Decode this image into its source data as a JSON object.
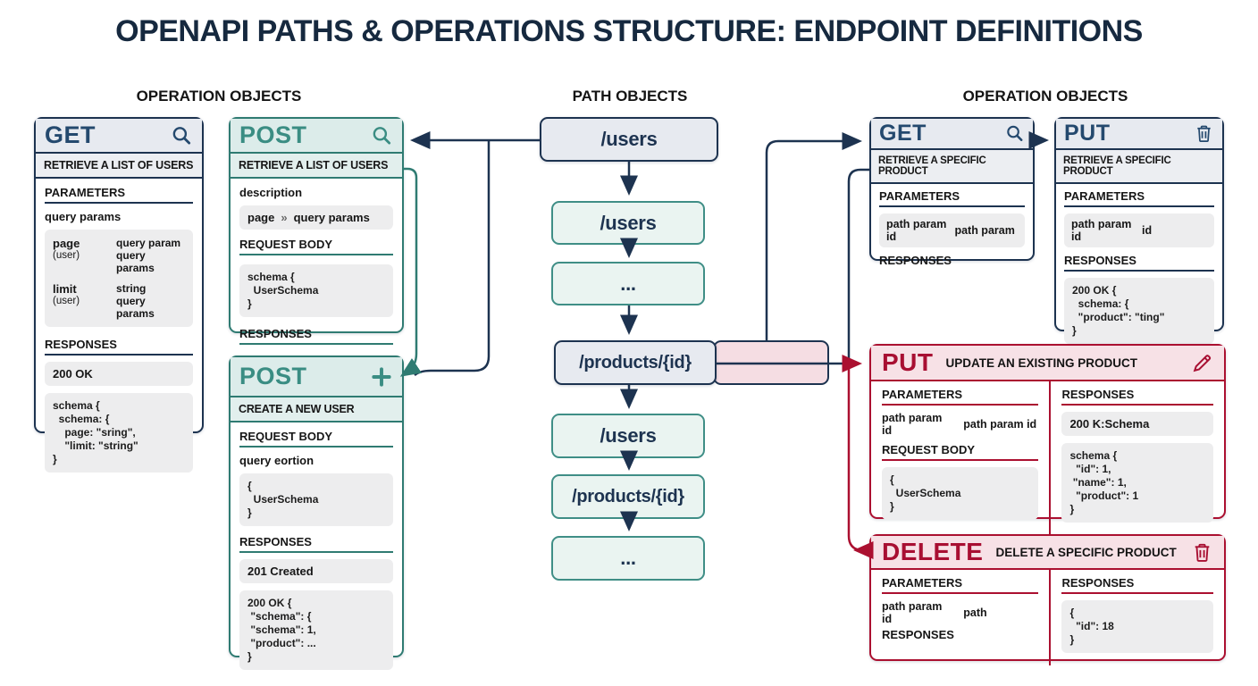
{
  "title": "OPENAPI PATHS & OPERATIONS STRUCTURE: ENDPOINT DEFINITIONS",
  "columns": {
    "left": "OPERATION OBJECTS",
    "center": "PATH OBJECTS",
    "right": "OPERATION OBJECTS"
  },
  "paths": {
    "users_root": "/users",
    "users_2": "/users",
    "ellipsis_1": "...",
    "products_id_1": "/products/{id}",
    "users_3": "/users",
    "products_id_2": "/products/{id}",
    "ellipsis_2": "..."
  },
  "cards": {
    "get_users": {
      "method": "GET",
      "subtitle": "RETRIEVE A LIST OF USERS",
      "parameters_label": "PARAMETERS",
      "parameters_caption": "query params",
      "params": [
        {
          "name": "page",
          "owner": "(user)",
          "type": "query param",
          "type2": "query params"
        },
        {
          "name": "limit",
          "owner": "(user)",
          "type": "string",
          "type2": "query params"
        }
      ],
      "responses_label": "RESPONSES",
      "status": "200 OK",
      "code": [
        "schema {",
        "  schema: {",
        "    page: \"sring\",",
        "    \"limit: \"string\"",
        "}"
      ]
    },
    "post_list": {
      "method": "POST",
      "subtitle": "RETRIEVE A LIST OF USERS",
      "description_label": "description",
      "chip": {
        "name": "page",
        "arrow": "»",
        "value": "query params"
      },
      "request_body_label": "REQUEST BODY",
      "code": [
        "schema {",
        "  UserSchema",
        "}"
      ],
      "responses_label": "RESPONSES"
    },
    "post_create": {
      "method": "POST",
      "subtitle": "CREATE A NEW USER",
      "request_body_label": "REQUEST BODY",
      "request_caption": "query eortion",
      "code": [
        "{",
        "  UserSchema",
        "}"
      ],
      "responses_label": "RESPONSES",
      "status": "201 Created",
      "response_code": [
        "200 OK {",
        " \"schema\": {",
        " \"schema\": 1,",
        " \"product\": ...",
        "}"
      ]
    },
    "get_product": {
      "method": "GET",
      "subtitle": "RETRIEVE A SPECIFIC PRODUCT",
      "parameters_label": "PARAMETERS",
      "param": {
        "name": "path param",
        "id": "id",
        "right": "path param"
      },
      "responses_label": "RESPONSES"
    },
    "put_product": {
      "method": "PUT",
      "subtitle": "RETRIEVE A SPECIFIC PRODUCT",
      "parameters_label": "PARAMETERS",
      "param": {
        "name": "path param",
        "id": "id",
        "right": "id"
      },
      "responses_label": "RESPONSES",
      "code": [
        "200 OK {",
        "  schema: {",
        "  \"product\": \"ting\"",
        "}"
      ]
    },
    "put_update": {
      "method": "PUT",
      "subtitle": "UPDATE AN EXISTING PRODUCT",
      "parameters_label": "PARAMETERS",
      "param": {
        "name": "path param",
        "id": "id",
        "right": "path param id"
      },
      "request_body_label": "REQUEST BODY",
      "request_code": [
        "{",
        "  UserSchema",
        "}"
      ],
      "responses_label": "RESPONSES",
      "status": "200 K:Schema",
      "response_code": [
        "schema {",
        "  \"id\": 1,",
        " \"name\": 1,",
        "  \"product\": 1",
        "}"
      ]
    },
    "delete_product": {
      "method": "DELETE",
      "subtitle": "DELETE A SPECIFIC PRODUCT",
      "parameters_label": "PARAMETERS",
      "param": {
        "name": "path param",
        "id": "id",
        "right": "path"
      },
      "responses_label_left": "RESPONSES",
      "responses_label": "RESPONSES",
      "code": [
        "{",
        "  \"id\": 18",
        "}"
      ]
    }
  },
  "colors": {
    "navy": "#1d3350",
    "teal": "#2f7b72",
    "crimson": "#ab1030"
  }
}
